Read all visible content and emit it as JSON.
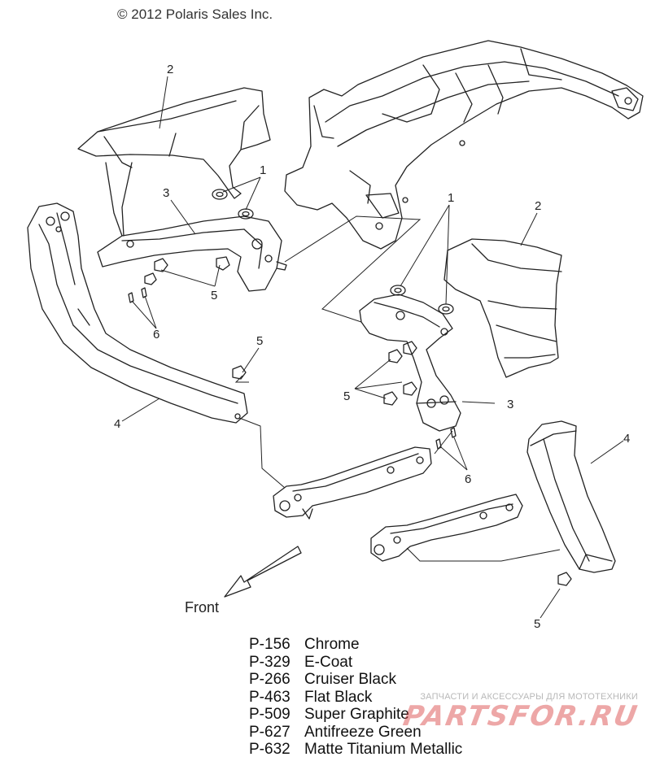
{
  "copyright": "© 2012 Polaris Sales Inc.",
  "front_label": "Front",
  "callouts": [
    {
      "id": "c1-left",
      "label": "1"
    },
    {
      "id": "c2-left",
      "label": "2"
    },
    {
      "id": "c3-left",
      "label": "3"
    },
    {
      "id": "c4-left",
      "label": "4"
    },
    {
      "id": "c5-left",
      "label": "5"
    },
    {
      "id": "c6-left",
      "label": "6"
    },
    {
      "id": "c5-mid",
      "label": "5"
    },
    {
      "id": "c1-right",
      "label": "1"
    },
    {
      "id": "c2-right",
      "label": "2"
    },
    {
      "id": "c3-right",
      "label": "3"
    },
    {
      "id": "c4-right",
      "label": "4"
    },
    {
      "id": "c5-right",
      "label": "5"
    },
    {
      "id": "c6-right",
      "label": "6"
    },
    {
      "id": "c5-bottom",
      "label": "5"
    }
  ],
  "legend": [
    {
      "code": "P-156",
      "name": "Chrome"
    },
    {
      "code": "P-329",
      "name": "E-Coat"
    },
    {
      "code": "P-266",
      "name": "Cruiser Black"
    },
    {
      "code": "P-463",
      "name": "Flat Black"
    },
    {
      "code": "P-509",
      "name": "Super Graphite"
    },
    {
      "code": "P-627",
      "name": "Antifreeze Green"
    },
    {
      "code": "P-632",
      "name": "Matte Titanium Metallic"
    }
  ],
  "watermark": {
    "subtitle": "ЗАПЧАСТИ И АКСЕССУАРЫ ДЛЯ МОТОТЕХНИКИ",
    "logo": "PARTSFOR.RU"
  },
  "colors": {
    "line": "#222222",
    "watermark": "#d63c3c"
  }
}
